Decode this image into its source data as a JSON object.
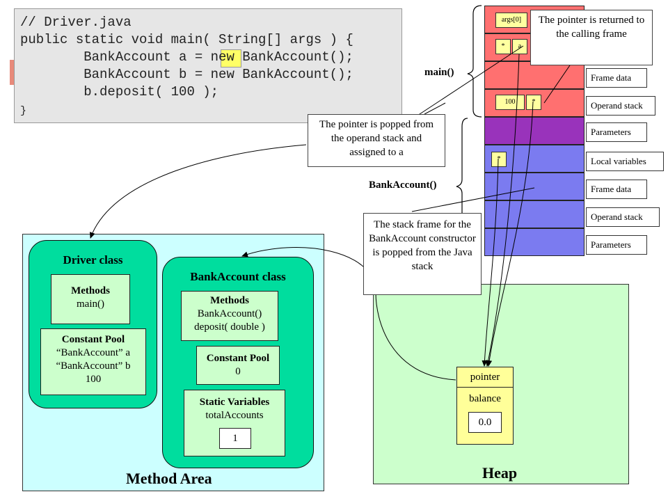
{
  "code": {
    "lines": [
      "// Driver.java",
      "public static void main( String[] args ) {",
      "        BankAccount a = new BankAccount();",
      "        BankAccount b = new BankAccount();",
      "        b.deposit( 100 );",
      "}"
    ]
  },
  "method_area": {
    "title": "Method Area",
    "driver_class": {
      "title": "Driver class",
      "methods_label": "Methods",
      "methods": [
        "main()"
      ],
      "pool_label": "Constant Pool",
      "pool": [
        "“BankAccount” a",
        "“BankAccount” b",
        "100"
      ]
    },
    "bank_class": {
      "title": "BankAccount class",
      "methods_label": "Methods",
      "methods": [
        "BankAccount()",
        "deposit( double )"
      ],
      "pool_label": "Constant Pool",
      "pool": [
        "0"
      ],
      "static_label": "Static Variables",
      "static_name": "totalAccounts",
      "static_value": "1"
    }
  },
  "heap": {
    "title": "Heap",
    "object": {
      "field1": "pointer",
      "field2": "balance",
      "value": "0.0"
    }
  },
  "stack": {
    "main_label": "main()",
    "ctor_label": "BankAccount()",
    "frame_labels": [
      "Local variables",
      "Frame data",
      "Operand stack",
      "Parameters"
    ],
    "cells": {
      "args": "args[0]",
      "star": "*",
      "a": "a",
      "hundred": "100"
    }
  },
  "callouts": {
    "returned": "The pointer is returned to the calling frame",
    "popped": "The pointer is popped from the operand stack and assigned to a",
    "frame_popped": "The stack frame for the BankAccount constructor is popped from the Java stack"
  },
  "colors": {
    "code_bg": "#e6e6e6",
    "highlight": "#ffff66",
    "method_area_bg": "#ccffff",
    "heap_bg": "#ccffcc",
    "class_bg": "#00dd9e",
    "main_frame": "#ff7070",
    "parameters_frame": "#9933bb",
    "ctor_frame": "#7b7bf0"
  }
}
